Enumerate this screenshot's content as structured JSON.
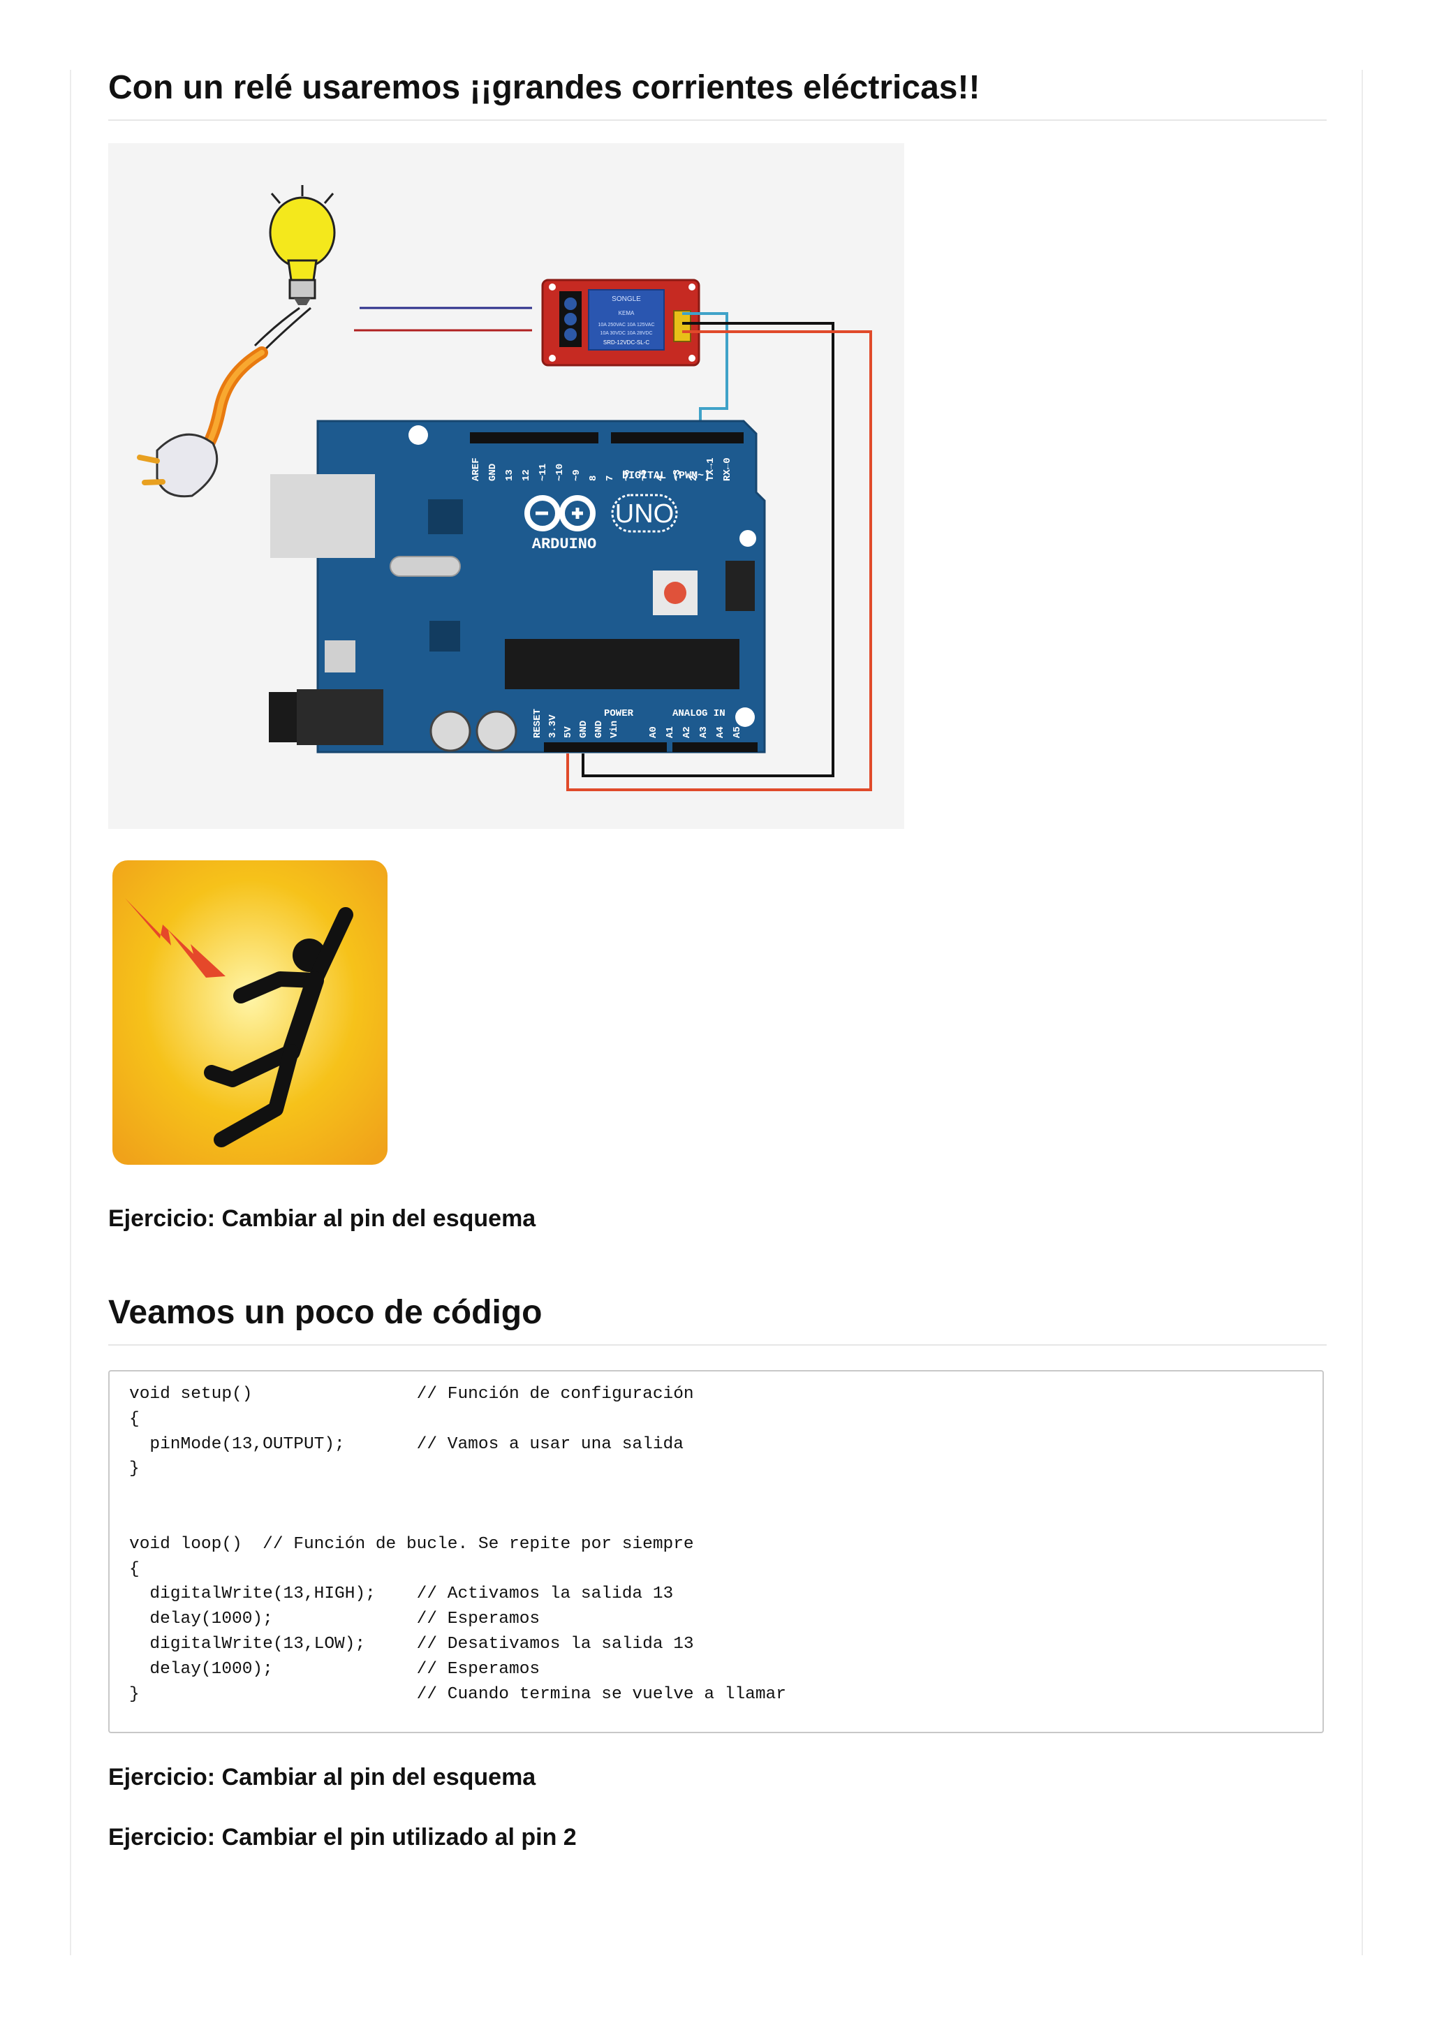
{
  "section1": {
    "title": "Con un relé usaremos ¡¡grandes corrientes eléctricas!!",
    "diagram": {
      "relay_labels": [
        "SONGLE",
        "10A 250VAC 10A 125VAC",
        "10A 30VDC 10A 28VDC",
        "SRD-12VDC-SL-C",
        "KEMA"
      ],
      "arduino_digital_pins": [
        "AREF",
        "GND",
        "13",
        "12",
        "~11",
        "~10",
        "~9",
        "8",
        "7",
        "~6",
        "~5",
        "4",
        "~3",
        "2",
        "TX→1",
        "RX←0"
      ],
      "arduino_digital_label": "DIGITAL (PWM~)",
      "arduino_logo": "UNO",
      "arduino_brand": "ARDUINO",
      "arduino_power_label": "POWER",
      "arduino_analog_label": "ANALOG IN",
      "arduino_power_pins": [
        "RESET",
        "3.3V",
        "5V",
        "GND",
        "GND",
        "Vin"
      ],
      "arduino_analog_pins": [
        "A0",
        "A1",
        "A2",
        "A3",
        "A4",
        "A5"
      ],
      "wire_colors": {
        "blue": "#3fa2c8",
        "black": "#111111",
        "red": "#e04a2a",
        "navy": "#2b2e8a"
      }
    },
    "hazard_icon": "electric-shock-icon"
  },
  "exercise1": "Ejercicio: Cambiar al pin del esquema",
  "section2": {
    "title": "Veamos un poco de código",
    "code_lines": [
      "void setup()                // Función de configuración",
      "{",
      "  pinMode(13,OUTPUT);       // Vamos a usar una salida",
      "}",
      "",
      "",
      "void loop()  // Función de bucle. Se repite por siempre",
      "{",
      "  digitalWrite(13,HIGH);    // Activamos la salida 13",
      "  delay(1000);              // Esperamos",
      "  digitalWrite(13,LOW);     // Desativamos la salida 13",
      "  delay(1000);              // Esperamos",
      "}                           // Cuando termina se vuelve a llamar"
    ]
  },
  "exercise2": "Ejercicio: Cambiar al pin del esquema",
  "exercise3": "Ejercicio: Cambiar el pin utilizado al pin 2"
}
